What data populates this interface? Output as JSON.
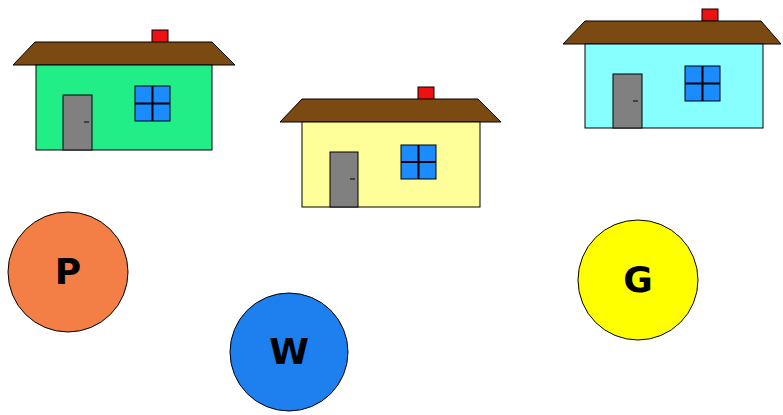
{
  "diagram": {
    "nodes": [
      {
        "text": [
          "P"
        ]
      },
      {
        "text": [
          "G"
        ]
      },
      {
        "text": [
          "W"
        ]
      }
    ]
  }
}
